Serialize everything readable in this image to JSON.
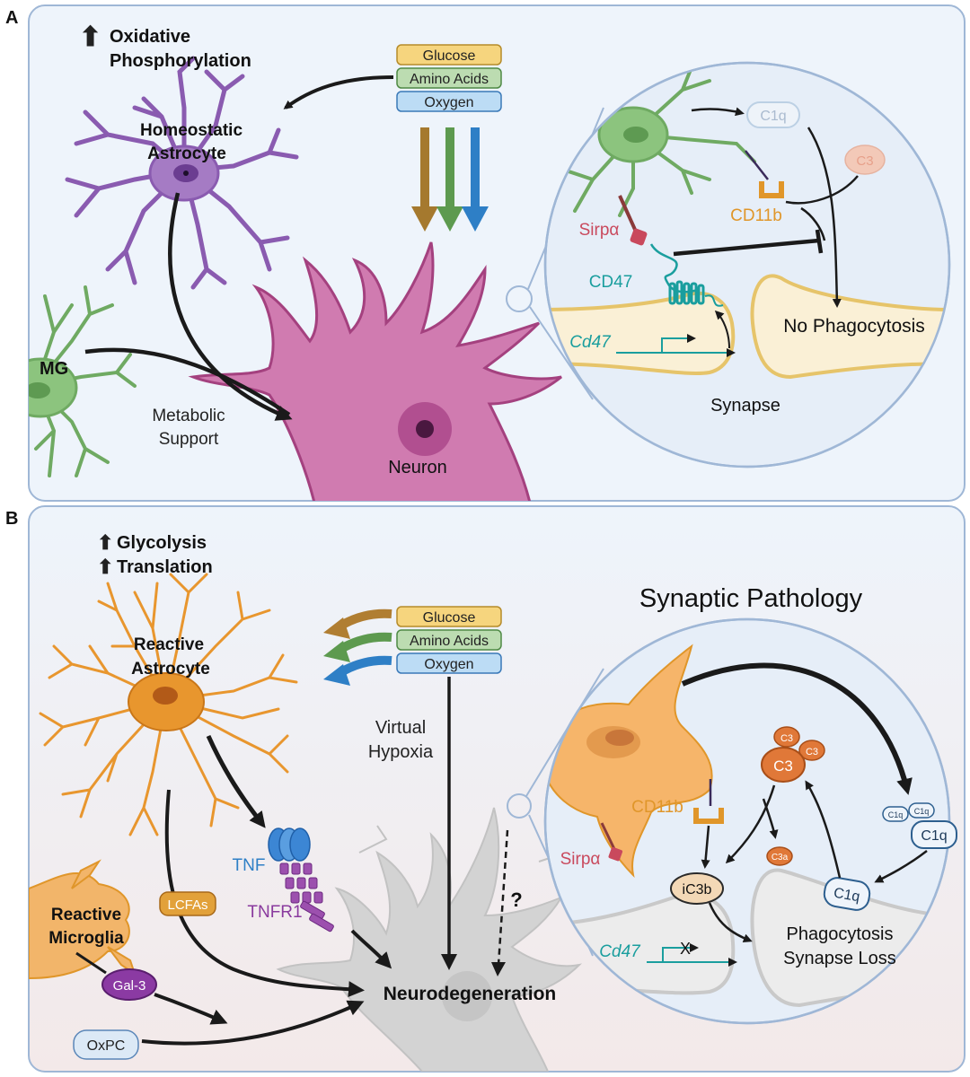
{
  "panel_a": {
    "letter": "A",
    "arrow_up": "⬆",
    "oxphos": [
      "Oxidative",
      "Phosphorylation"
    ],
    "nutrients": [
      "Glucose",
      "Amino Acids",
      "Oxygen"
    ],
    "astrocyte": [
      "Homeostatic",
      "Astrocyte"
    ],
    "mg": "MG",
    "support": [
      "Metabolic",
      "Support"
    ],
    "neuron": "Neuron",
    "c1q": "C1q",
    "c3": "C3",
    "cd11b": "CD11b",
    "sirpa": "Sirpα",
    "cd47": "CD47",
    "cd47_gene": "Cd47",
    "no_phago": "No Phagocytosis",
    "synapse": "Synapse"
  },
  "panel_b": {
    "letter": "B",
    "arrow_up": "⬆",
    "glycolysis": "Glycolysis",
    "translation": "Translation",
    "nutrients": [
      "Glucose",
      "Amino Acids",
      "Oxygen"
    ],
    "astrocyte": [
      "Reactive",
      "Astrocyte"
    ],
    "hypoxia": [
      "Virtual",
      "Hypoxia"
    ],
    "title": "Synaptic Pathology",
    "tnf": "TNF",
    "tnfr1": "TNFR1",
    "lcfas": "LCFAs",
    "microglia": [
      "Reactive",
      "Microglia"
    ],
    "gal3": "Gal-3",
    "oxpc": "OxPC",
    "neurodegeneration": "Neurodegeneration",
    "question": "?",
    "cd11b": "CD11b",
    "sirpa": "Sirpα",
    "c3_small": "C3",
    "c3_big": "C3",
    "c3a": "C3a",
    "c1q_small": "C1q",
    "c1q_big": "C1q",
    "c1q_bound": "C1q",
    "ic3b": "iC3b",
    "cd47_gene": "Cd47",
    "x_mark": "X",
    "phago": [
      "Phagocytosis",
      "Synapse Loss"
    ]
  },
  "colors": {
    "panel_border": "#9fb7d6",
    "panel_fill": "#eef4fb",
    "glucose": "#f6d57e",
    "amino": "#bcdcb1",
    "oxygen": "#bcdcf5",
    "homeostatic_astro": "#a57bc4",
    "microglia_green": "#8cc47e",
    "neuron_pink": "#c96aa6",
    "reactive_orange": "#e8962e",
    "synapse_fill": "#faf0d6",
    "synapse_stroke": "#e6c46a",
    "teal": "#1a9e9e",
    "cd11b_orange": "#e0962a",
    "sirpa_red": "#c9495d",
    "tnf_blue": "#3c86d4",
    "tnfr1_purple": "#8a3a9e",
    "gal3_purple": "#8b3aa3"
  }
}
